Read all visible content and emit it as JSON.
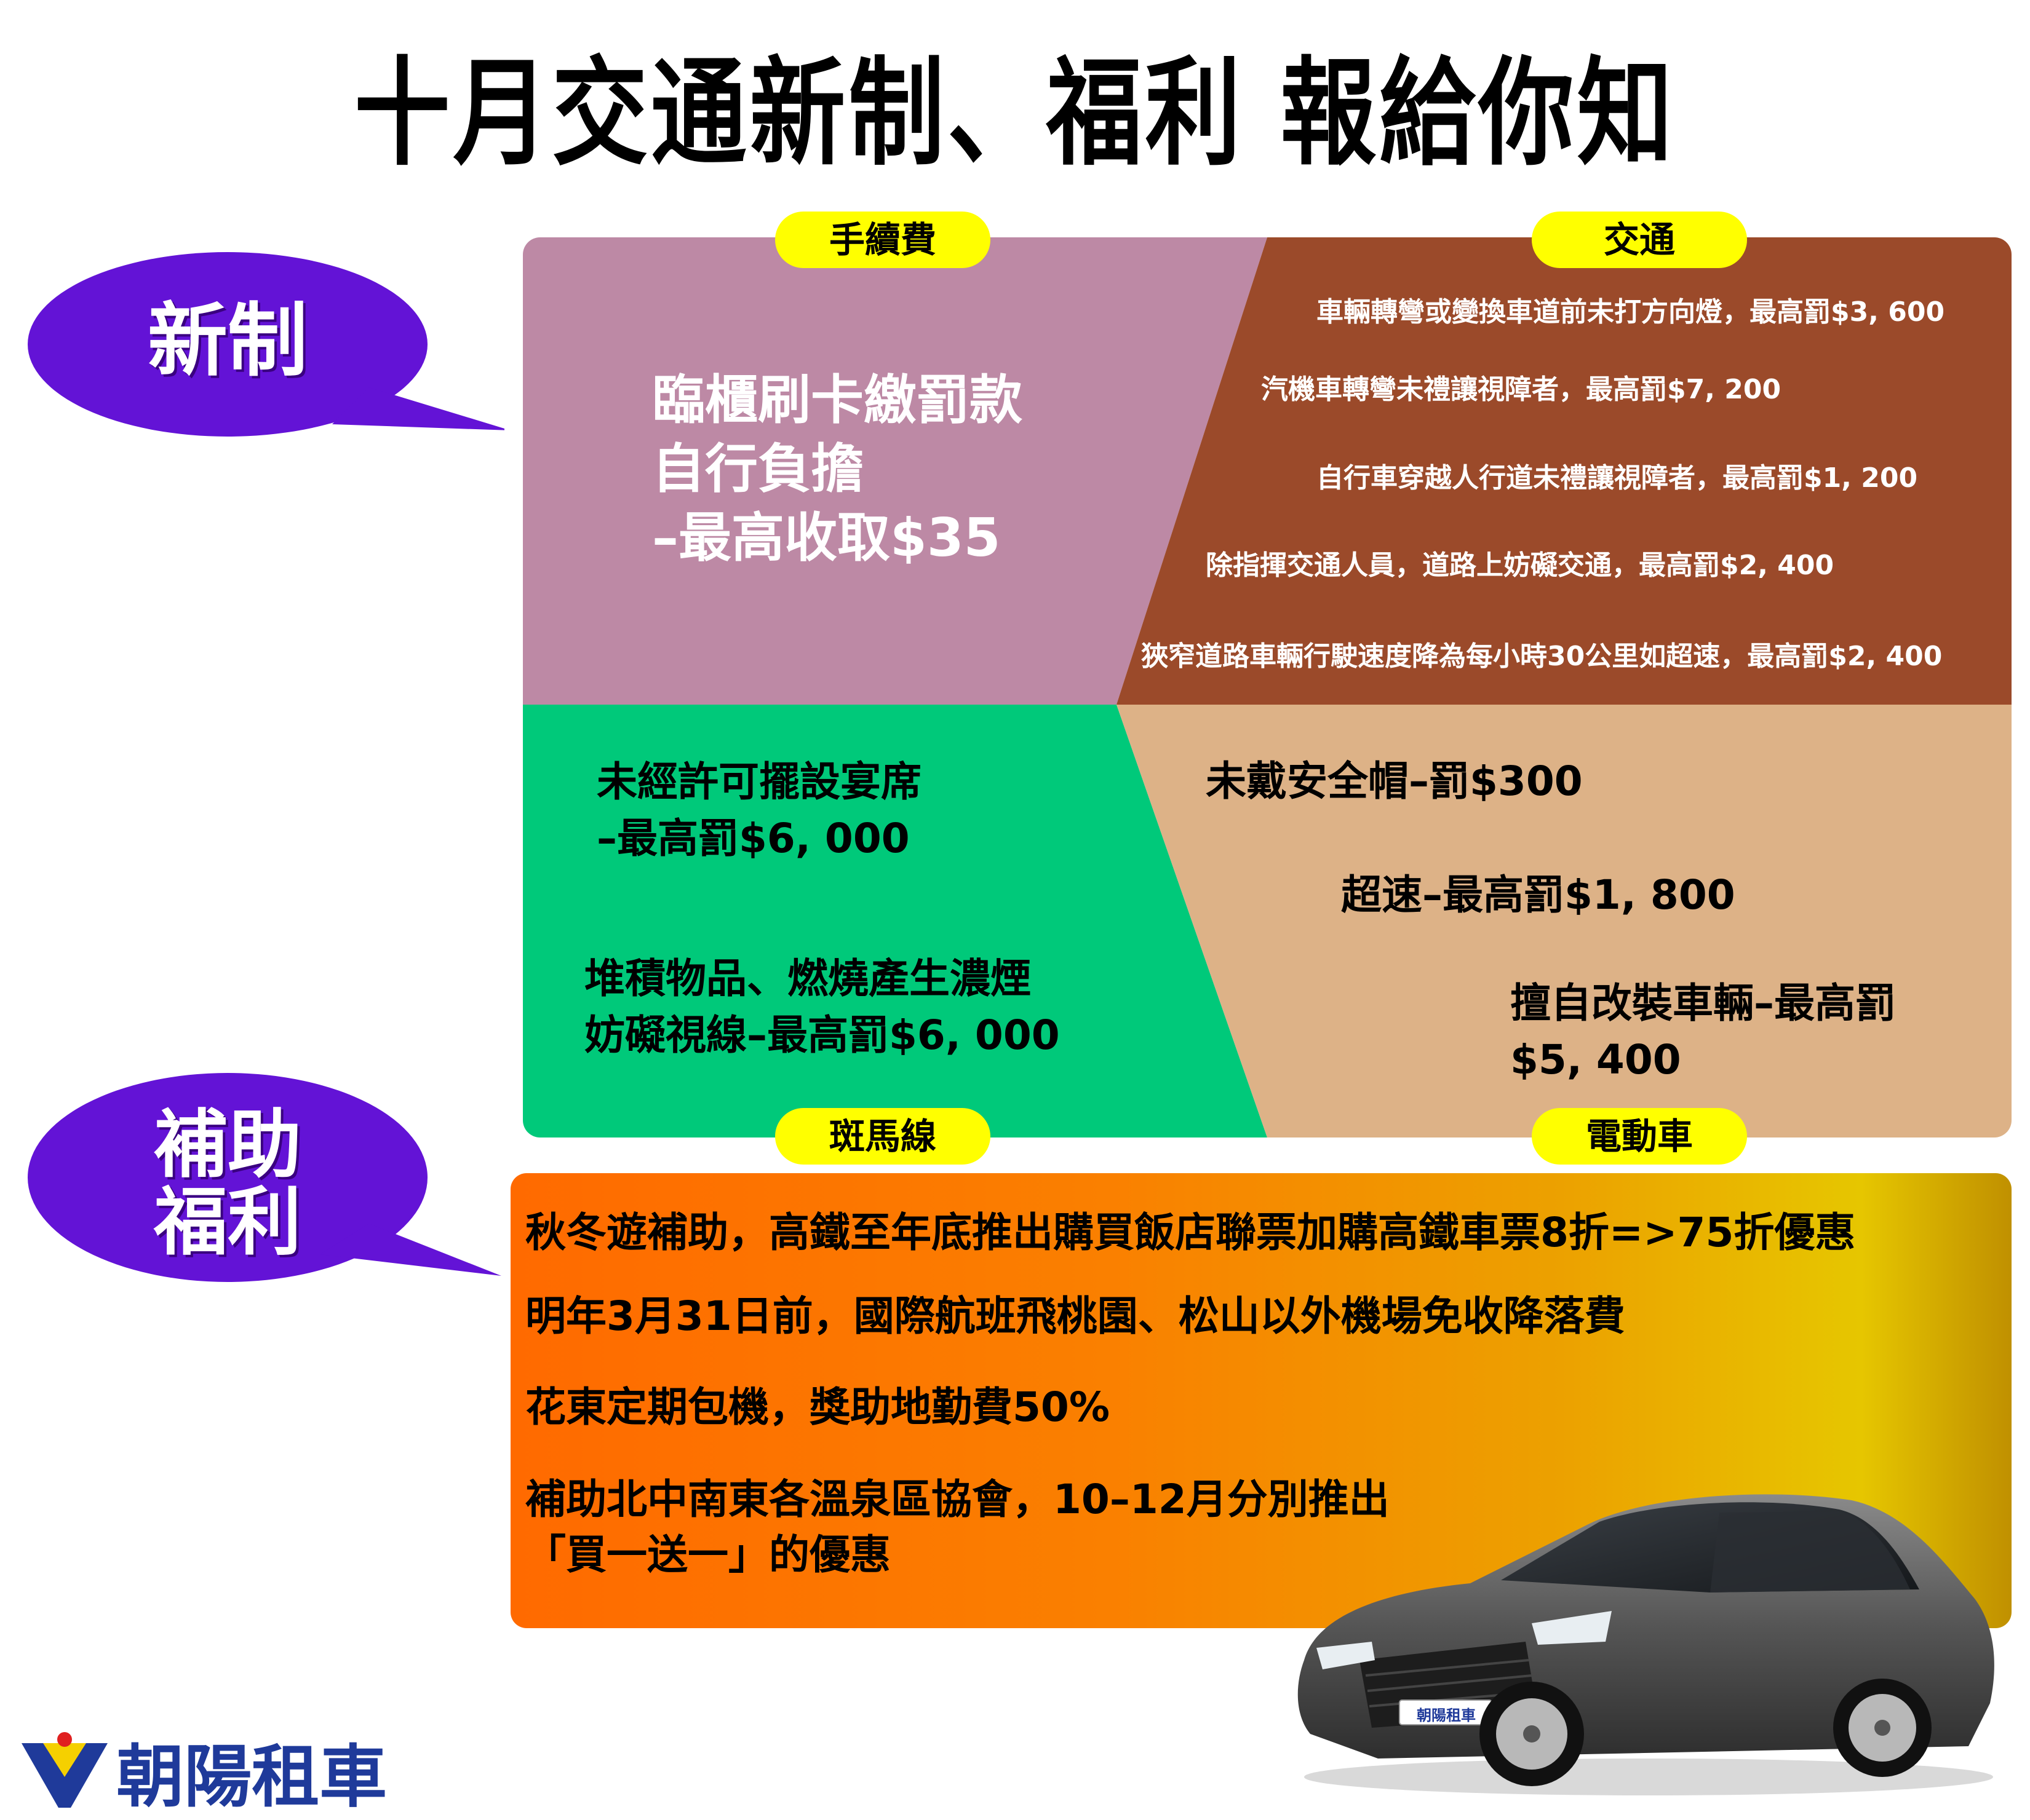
{
  "title": "十月交通新制、福利 報給你知",
  "bubbles": {
    "new_rules": "新制",
    "subsidy_line1": "補助",
    "subsidy_line2": "福利"
  },
  "categories": {
    "fee": "手續費",
    "traffic": "交通",
    "crosswalk": "斑馬線",
    "ev": "電動車"
  },
  "fee_panel": {
    "line1": "臨櫃刷卡繳罰款",
    "line2": "自行負擔",
    "line3": "–最高收取$35"
  },
  "traffic_panel": [
    "車輛轉彎或變換車道前未打方向燈，最高罰$3, 600",
    "汽機車轉彎未禮讓視障者，最高罰$7, 200",
    "自行車穿越人行道未禮讓視障者，最高罰$1, 200",
    "除指揮交通人員，道路上妨礙交通，最高罰$2, 400",
    "狹窄道路車輛行駛速度降為每小時30公里如超速，最高罰$2, 400"
  ],
  "crosswalk_panel": {
    "item1_line1": "未經許可擺設宴席",
    "item1_line2": "–最高罰$6, 000",
    "item2_line1": "堆積物品、燃燒產生濃煙",
    "item2_line2": "妨礙視線–最高罰$6, 000"
  },
  "ev_panel": {
    "item1": "未戴安全帽–罰$300",
    "item2": "超速–最高罰$1, 800",
    "item3_line1": "擅自改裝車輛–最高罰",
    "item3_line2": "$5, 400"
  },
  "benefits": [
    "秋冬遊補助，高鐵至年底推出購買飯店聯票加購高鐵車票8折=>75折優惠",
    "明年3月31日前，國際航班飛桃園、松山以外機場免收降落費",
    "花東定期包機，獎助地勤費50%",
    "補助北中南東各溫泉區協會，10–12月分別推出",
    "「買一送一」的優惠"
  ],
  "brand": {
    "name": "朝陽租車",
    "plate": "朝陽租車"
  },
  "colors": {
    "bubble": "#6313d6",
    "fee_bg": "#bd89a5",
    "traffic_bg": "#9b4a2a",
    "crosswalk_bg": "#00c97a",
    "ev_bg": "#ddb287",
    "pill": "#ffff00",
    "benefit_start": "#ff6a00",
    "benefit_end": "#e6c600",
    "logo_blue": "#1f3a9a",
    "logo_yellow": "#f5d000",
    "logo_red": "#e02020"
  }
}
